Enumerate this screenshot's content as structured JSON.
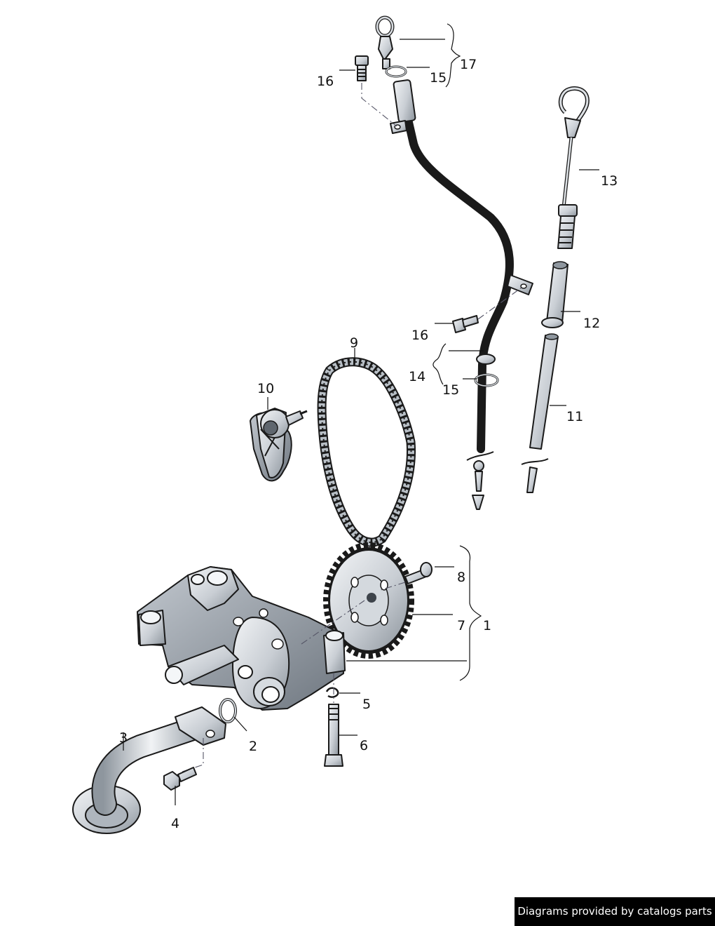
{
  "diagram": {
    "labels": {
      "p1": "1",
      "p2": "2",
      "p3": "3",
      "p4": "4",
      "p5": "5",
      "p6": "6",
      "p7": "7",
      "p8": "8",
      "p9": "9",
      "p10": "10",
      "p11": "11",
      "p12": "12",
      "p13": "13",
      "p14": "14",
      "p15a": "15",
      "p15b": "15",
      "p16a": "16",
      "p16b": "16",
      "p17": "17"
    }
  },
  "credit": {
    "text": "Diagrams provided by catalogs parts"
  },
  "colors": {
    "metal_light": "#eef1f4",
    "metal_mid": "#b9c0c8",
    "metal_dark": "#7d858e",
    "outline": "#1a1a1a"
  }
}
